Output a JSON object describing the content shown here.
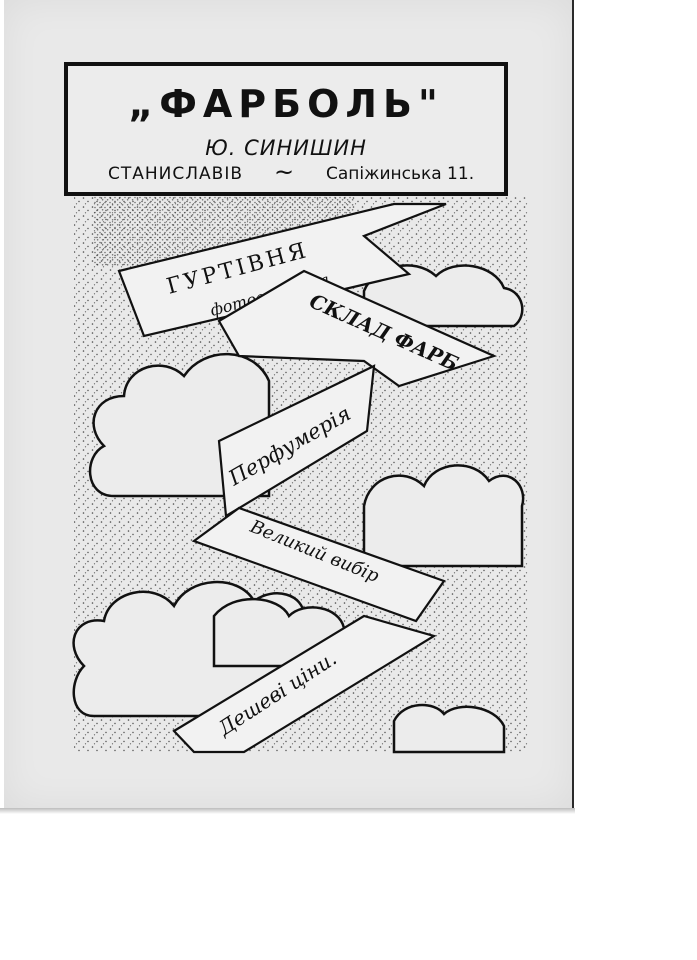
{
  "header": {
    "title": "„ФАРБОЛЬ\"",
    "owner": "Ю. СИНИШИН",
    "city": "СТАНИСЛАВІВ",
    "separator": "~",
    "street": "Сапіжинська 11."
  },
  "banners": [
    {
      "line1": "ГУРТІВНЯ",
      "line2": "фотографічна"
    },
    {
      "text": "СКЛАД ФАРБ"
    },
    {
      "text": "Перфумерія"
    },
    {
      "text": "Великий вибір"
    },
    {
      "text": "Дешеві ціни."
    }
  ],
  "colors": {
    "paper": "#e9e9e9",
    "ink": "#111111",
    "banner_fill": "#f2f2f2"
  }
}
